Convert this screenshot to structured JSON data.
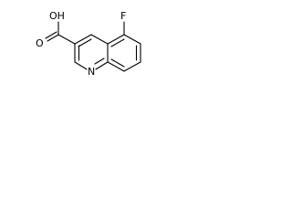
{
  "molecule": {
    "atoms": {
      "fluorine": "F",
      "hydroxyl": "OH",
      "carbonyl_oxygen": "O",
      "ring_nitrogen": "N"
    }
  }
}
